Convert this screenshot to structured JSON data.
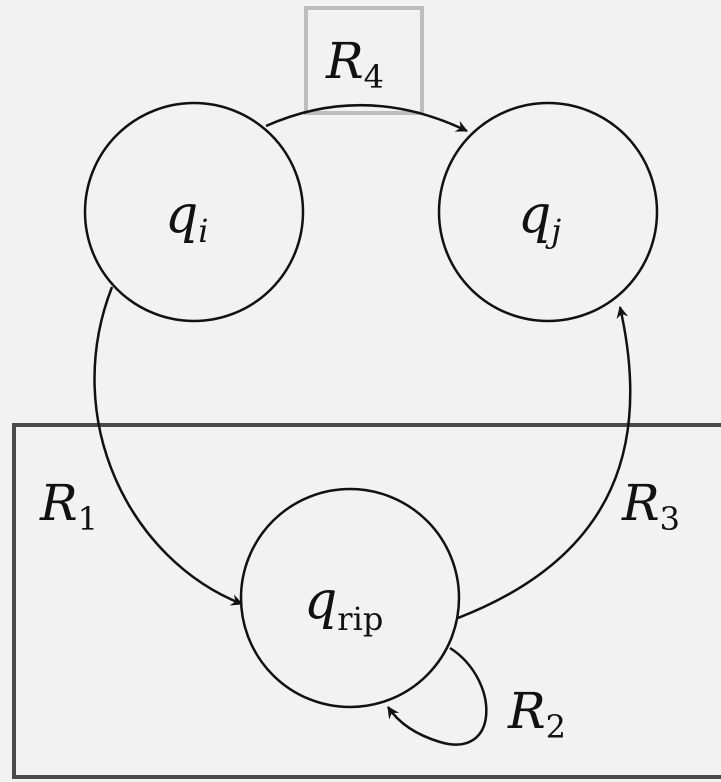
{
  "states": {
    "qi": {
      "letter": "q",
      "sub": "i"
    },
    "qj": {
      "letter": "q",
      "sub": "j"
    },
    "qrip": {
      "letter": "q",
      "sub": "rip"
    }
  },
  "edges": {
    "r4": {
      "letter": "R",
      "sub": "4"
    },
    "r1": {
      "letter": "R",
      "sub": "1"
    },
    "r3": {
      "letter": "R",
      "sub": "3"
    },
    "r2": {
      "letter": "R",
      "sub": "2"
    }
  },
  "colors": {
    "background": "#f2f2f2",
    "state_fill": "#f2f2f2",
    "stroke": "#111111",
    "highlight_box": "#bdbdbd",
    "frame": "#4a4a4a"
  }
}
